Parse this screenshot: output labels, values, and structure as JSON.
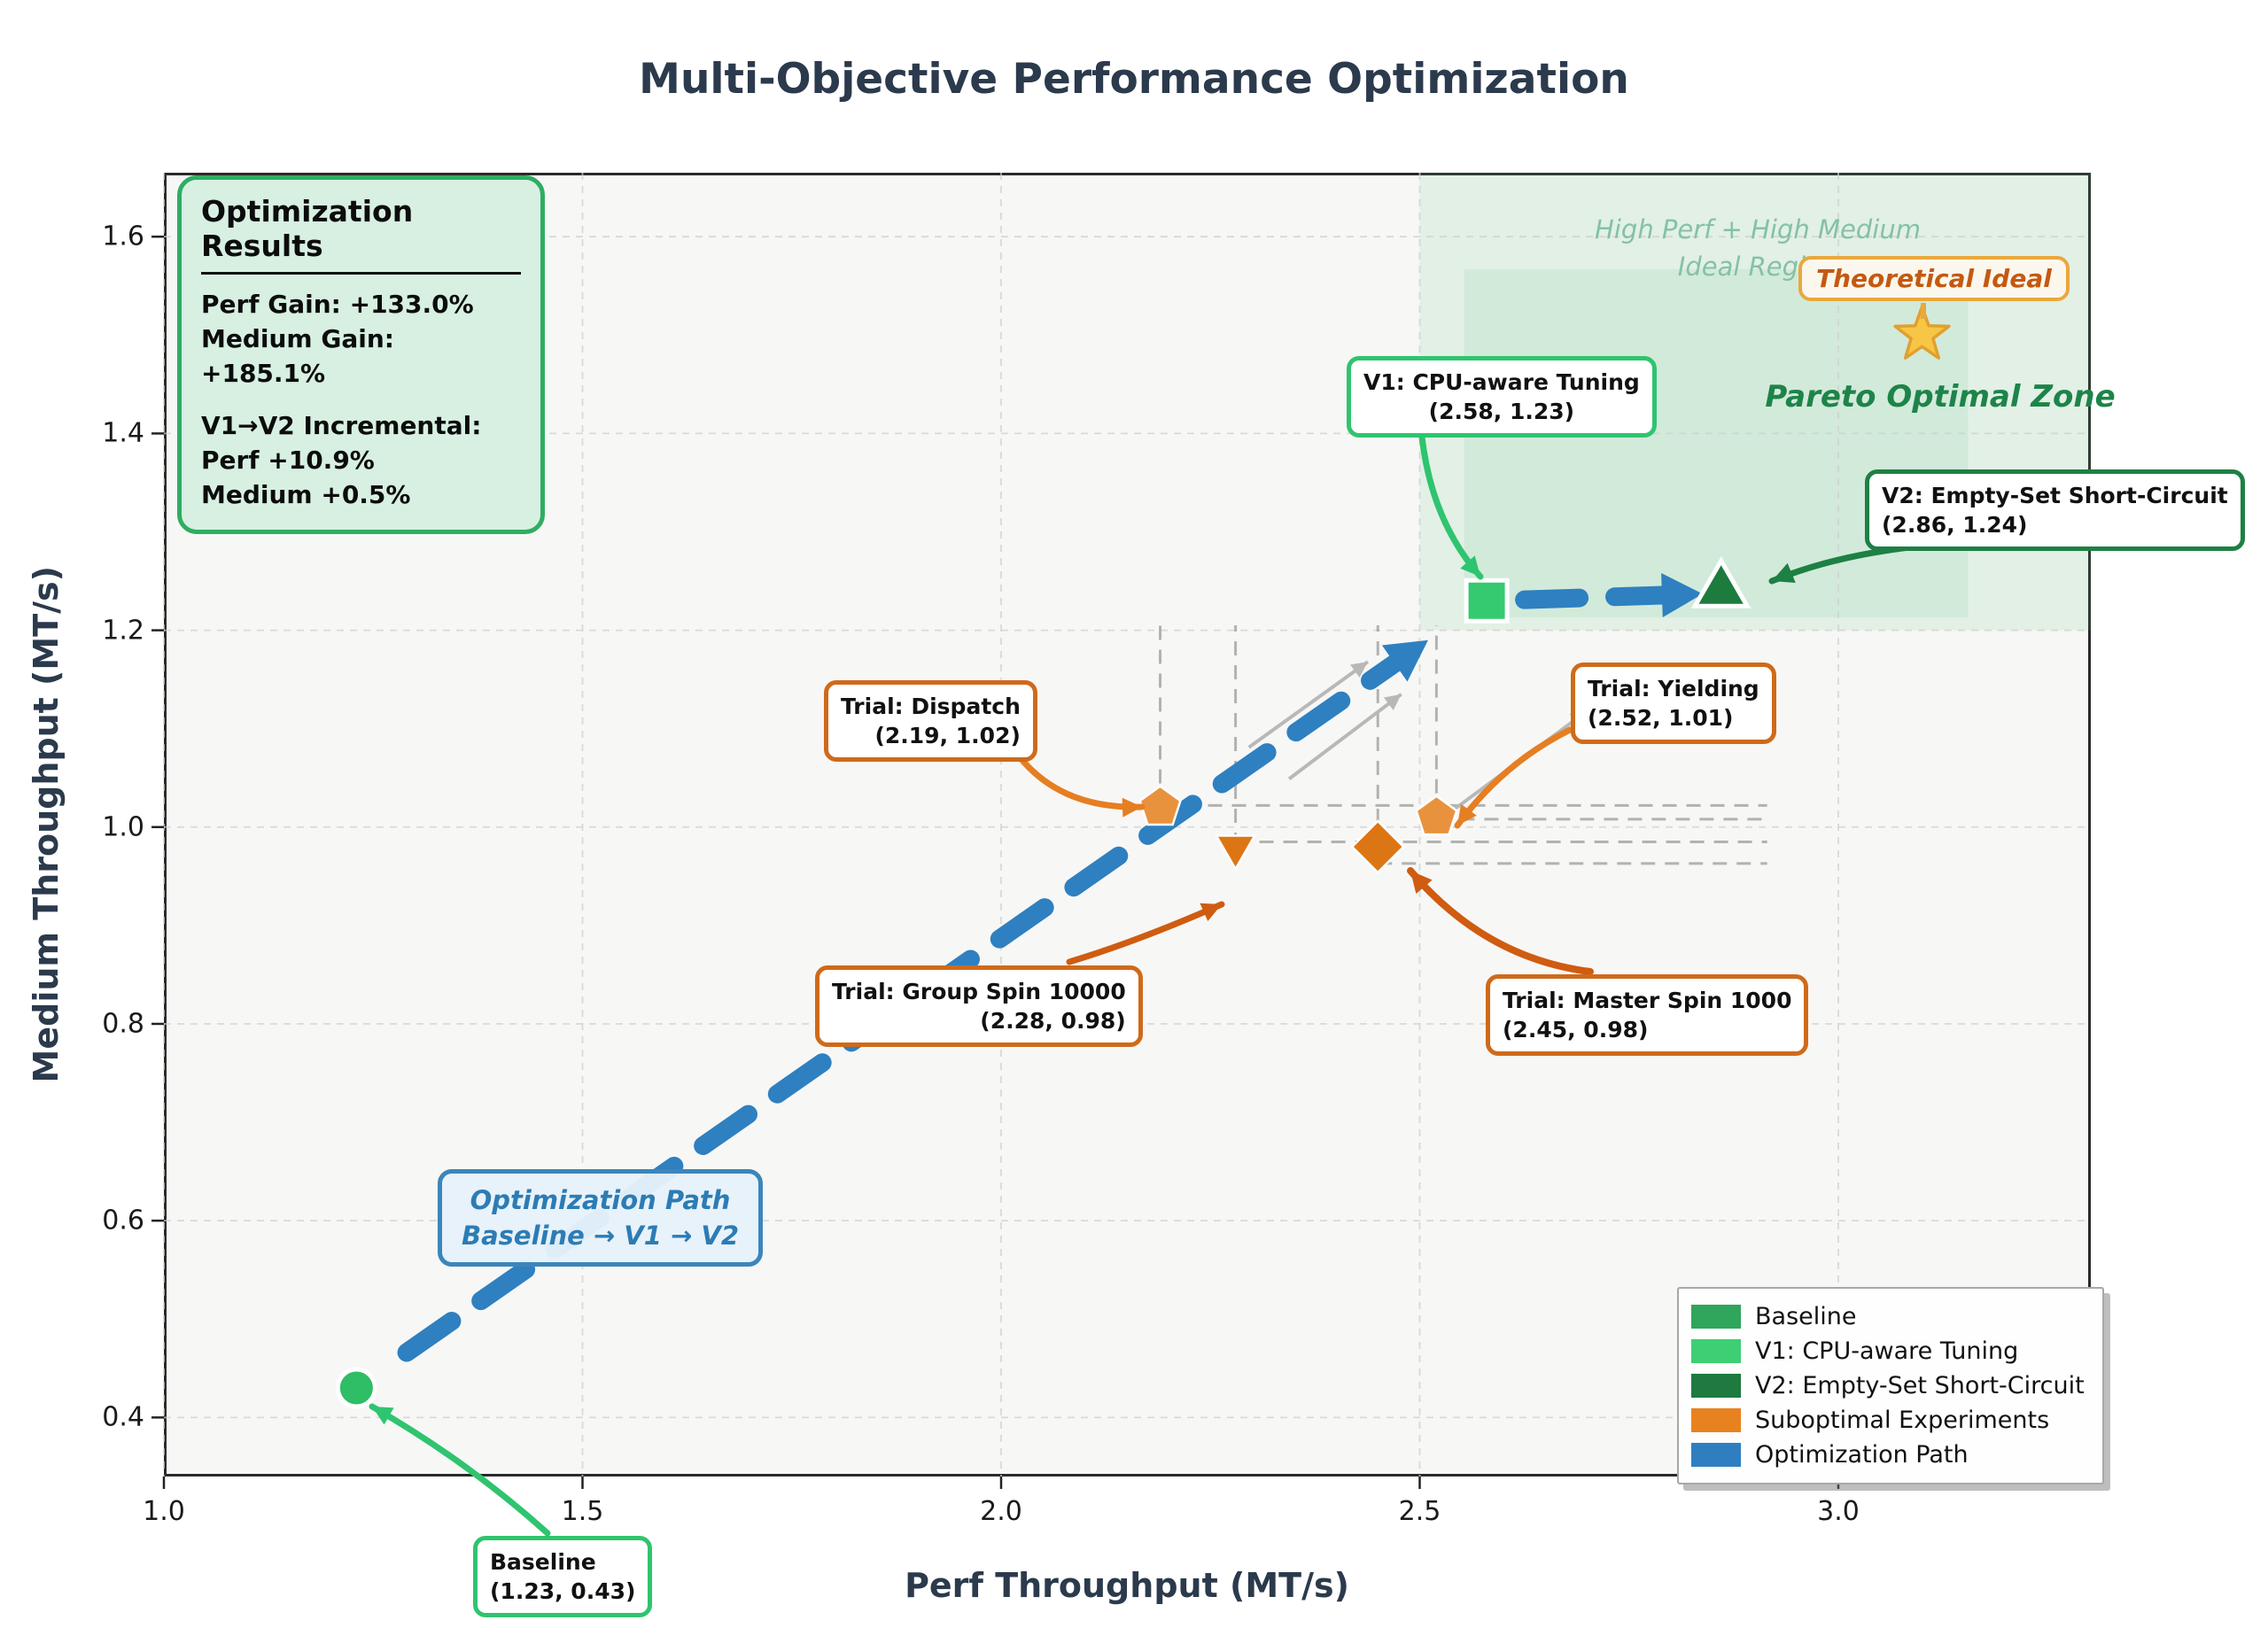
{
  "title": "Multi-Objective Performance Optimization",
  "axes": {
    "xlabel": "Perf Throughput (MT/s)",
    "ylabel": "Medium Throughput (MT/s)",
    "xlim": [
      1.0,
      3.3016
    ],
    "ylim": [
      0.34,
      1.665
    ],
    "xticks": {
      "values": [
        1.0,
        1.5,
        2.0,
        2.5,
        3.0
      ],
      "labels": [
        "1.0",
        "1.5",
        "2.0",
        "2.5",
        "3.0"
      ]
    },
    "yticks": {
      "values": [
        0.4,
        0.6,
        0.8,
        1.0,
        1.2,
        1.4,
        1.6
      ],
      "labels": [
        "0.4",
        "0.6",
        "0.8",
        "1.0",
        "1.2",
        "1.4",
        "1.6"
      ]
    },
    "grid": true
  },
  "results_box": {
    "title": "Optimization Results",
    "lines": [
      "Perf Gain: +133.0%",
      "Medium Gain: +185.1%",
      "",
      "V1→V2 Incremental:",
      "Perf +10.9%",
      "Medium +0.5%"
    ]
  },
  "chart_data": {
    "type": "scatter",
    "points": [
      {
        "id": "baseline",
        "label": "Baseline",
        "x": 1.23,
        "y": 0.43,
        "marker": "circle",
        "color": "#2fbd66"
      },
      {
        "id": "v1",
        "label": "V1: CPU-aware Tuning",
        "x": 2.58,
        "y": 1.23,
        "marker": "square",
        "color": "#35ca70"
      },
      {
        "id": "v2",
        "label": "V2: Empty-Set Short-Circuit",
        "x": 2.86,
        "y": 1.24,
        "marker": "triangle-up",
        "color": "#1d7b3e"
      },
      {
        "id": "dispatch",
        "label": "Trial: Dispatch",
        "x": 2.19,
        "y": 1.02,
        "marker": "pentagon",
        "color": "#e9923e"
      },
      {
        "id": "group_spin",
        "label": "Trial: Group Spin 10000",
        "x": 2.28,
        "y": 0.98,
        "marker": "triangle-down",
        "color": "#dc7615"
      },
      {
        "id": "master_spin",
        "label": "Trial: Master Spin 1000",
        "x": 2.45,
        "y": 0.98,
        "marker": "diamond",
        "color": "#dc7615"
      },
      {
        "id": "yielding",
        "label": "Trial: Yielding",
        "x": 2.52,
        "y": 1.01,
        "marker": "pentagon",
        "color": "#e9923e"
      },
      {
        "id": "ideal_star",
        "label": "Theoretical Ideal",
        "x": 3.1,
        "y": 1.5,
        "marker": "star",
        "color": "#f6c644"
      }
    ],
    "path_segments": [
      {
        "from": [
          1.29,
          0.466
        ],
        "to": [
          2.51,
          1.19
        ],
        "color": "#2e80c0"
      },
      {
        "from": [
          2.625,
          1.231
        ],
        "to": [
          2.838,
          1.237
        ],
        "color": "#2e80c0"
      }
    ],
    "regions": [
      {
        "id": "ideal-region",
        "x0": 2.5,
        "x1": 3.3016,
        "y0": 1.2,
        "y1": 1.665,
        "fill": "rgba(86,190,126,0.13)"
      },
      {
        "id": "pareto-zone",
        "x0": 2.553,
        "x1": 3.155,
        "y0": 1.213,
        "y1": 1.567,
        "fill": "rgba(86,190,126,0.11)"
      }
    ],
    "helper_lines": [
      {
        "x1": 2.19,
        "y1": 1.02,
        "x2": 2.19,
        "y2": 1.205
      },
      {
        "x1": 2.28,
        "y1": 0.98,
        "x2": 2.28,
        "y2": 1.205
      },
      {
        "x1": 2.45,
        "y1": 0.98,
        "x2": 2.45,
        "y2": 1.205
      },
      {
        "x1": 2.52,
        "y1": 1.01,
        "x2": 2.52,
        "y2": 1.205
      },
      {
        "x1": 2.19,
        "y1": 1.022,
        "x2": 2.915,
        "y2": 1.022
      },
      {
        "x1": 2.52,
        "y1": 1.008,
        "x2": 2.915,
        "y2": 1.008
      },
      {
        "x1": 2.28,
        "y1": 0.985,
        "x2": 2.915,
        "y2": 0.985
      },
      {
        "x1": 2.45,
        "y1": 0.963,
        "x2": 2.915,
        "y2": 0.963
      }
    ],
    "improvement_arrows": [
      {
        "from": [
          2.296,
          1.081
        ],
        "to": [
          2.438,
          1.168
        ]
      },
      {
        "from": [
          2.344,
          1.049
        ],
        "to": [
          2.478,
          1.135
        ]
      },
      {
        "from": [
          2.538,
          1.016
        ],
        "to": [
          2.7,
          1.118
        ]
      }
    ]
  },
  "annotations": {
    "baseline": {
      "label": "Baseline",
      "coords": "(1.23, 0.43)"
    },
    "v1": {
      "label": "V1: CPU-aware Tuning",
      "coords": "(2.58, 1.23)"
    },
    "v2": {
      "label": "V2: Empty-Set Short-Circuit",
      "coords": "(2.86, 1.24)"
    },
    "dispatch": {
      "label": "Trial: Dispatch",
      "coords": "(2.19, 1.02)"
    },
    "yielding": {
      "label": "Trial: Yielding",
      "coords": "(2.52, 1.01)"
    },
    "group_spin": {
      "label": "Trial: Group Spin 10000",
      "coords": "(2.28, 0.98)"
    },
    "master_spin": {
      "label": "Trial: Master Spin 1000",
      "coords": "(2.45, 0.98)"
    },
    "opt_path": {
      "line1": "Optimization Path",
      "line2": "Baseline → V1 → V2"
    },
    "theoretical_ideal": {
      "label": "Theoretical Ideal"
    },
    "pareto_zone": {
      "label": "Pareto Optimal Zone"
    },
    "ideal_region": {
      "line1": "High Perf + High Medium",
      "line2": "Ideal Region"
    }
  },
  "legend": {
    "items": [
      {
        "label": "Baseline",
        "color": "#2fa65c"
      },
      {
        "label": "V1: CPU-aware Tuning",
        "color": "#3ecf74"
      },
      {
        "label": "V2: Empty-Set Short-Circuit",
        "color": "#1e7a3e"
      },
      {
        "label": "Suboptimal Experiments",
        "color": "#e8821f"
      },
      {
        "label": "Optimization Path",
        "color": "#2f7fc0"
      }
    ]
  },
  "colors": {
    "title": "#2b3a4c",
    "grid": "#cfcfcf",
    "helper": "#9b9b9b",
    "improvement": "#b8b8b8",
    "path": "#2e80c0",
    "green": "#2fc46f",
    "dark_green": "#1d8044",
    "orange": "#e67e22",
    "dark_orange": "#cf5c10",
    "star_edge": "#e0a030"
  }
}
